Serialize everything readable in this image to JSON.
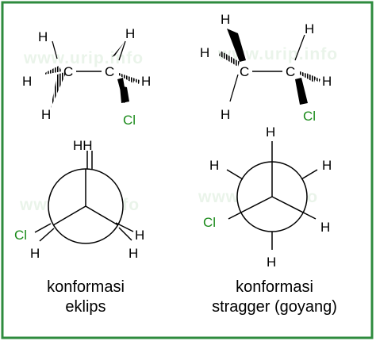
{
  "watermark": "www.urip.info",
  "colors": {
    "frame": "#2e8b3e",
    "chlorine": "#1a8a1a",
    "watermark": "#eaf4ea"
  },
  "atoms": {
    "H": "H",
    "C": "C",
    "Cl": "Cl",
    "HH": "HH"
  },
  "captions": {
    "eclipsed_line1": "konformasi",
    "eclipsed_line2": "eklips",
    "staggered_line1": "konformasi",
    "staggered_line2": "stragger (goyang)"
  }
}
